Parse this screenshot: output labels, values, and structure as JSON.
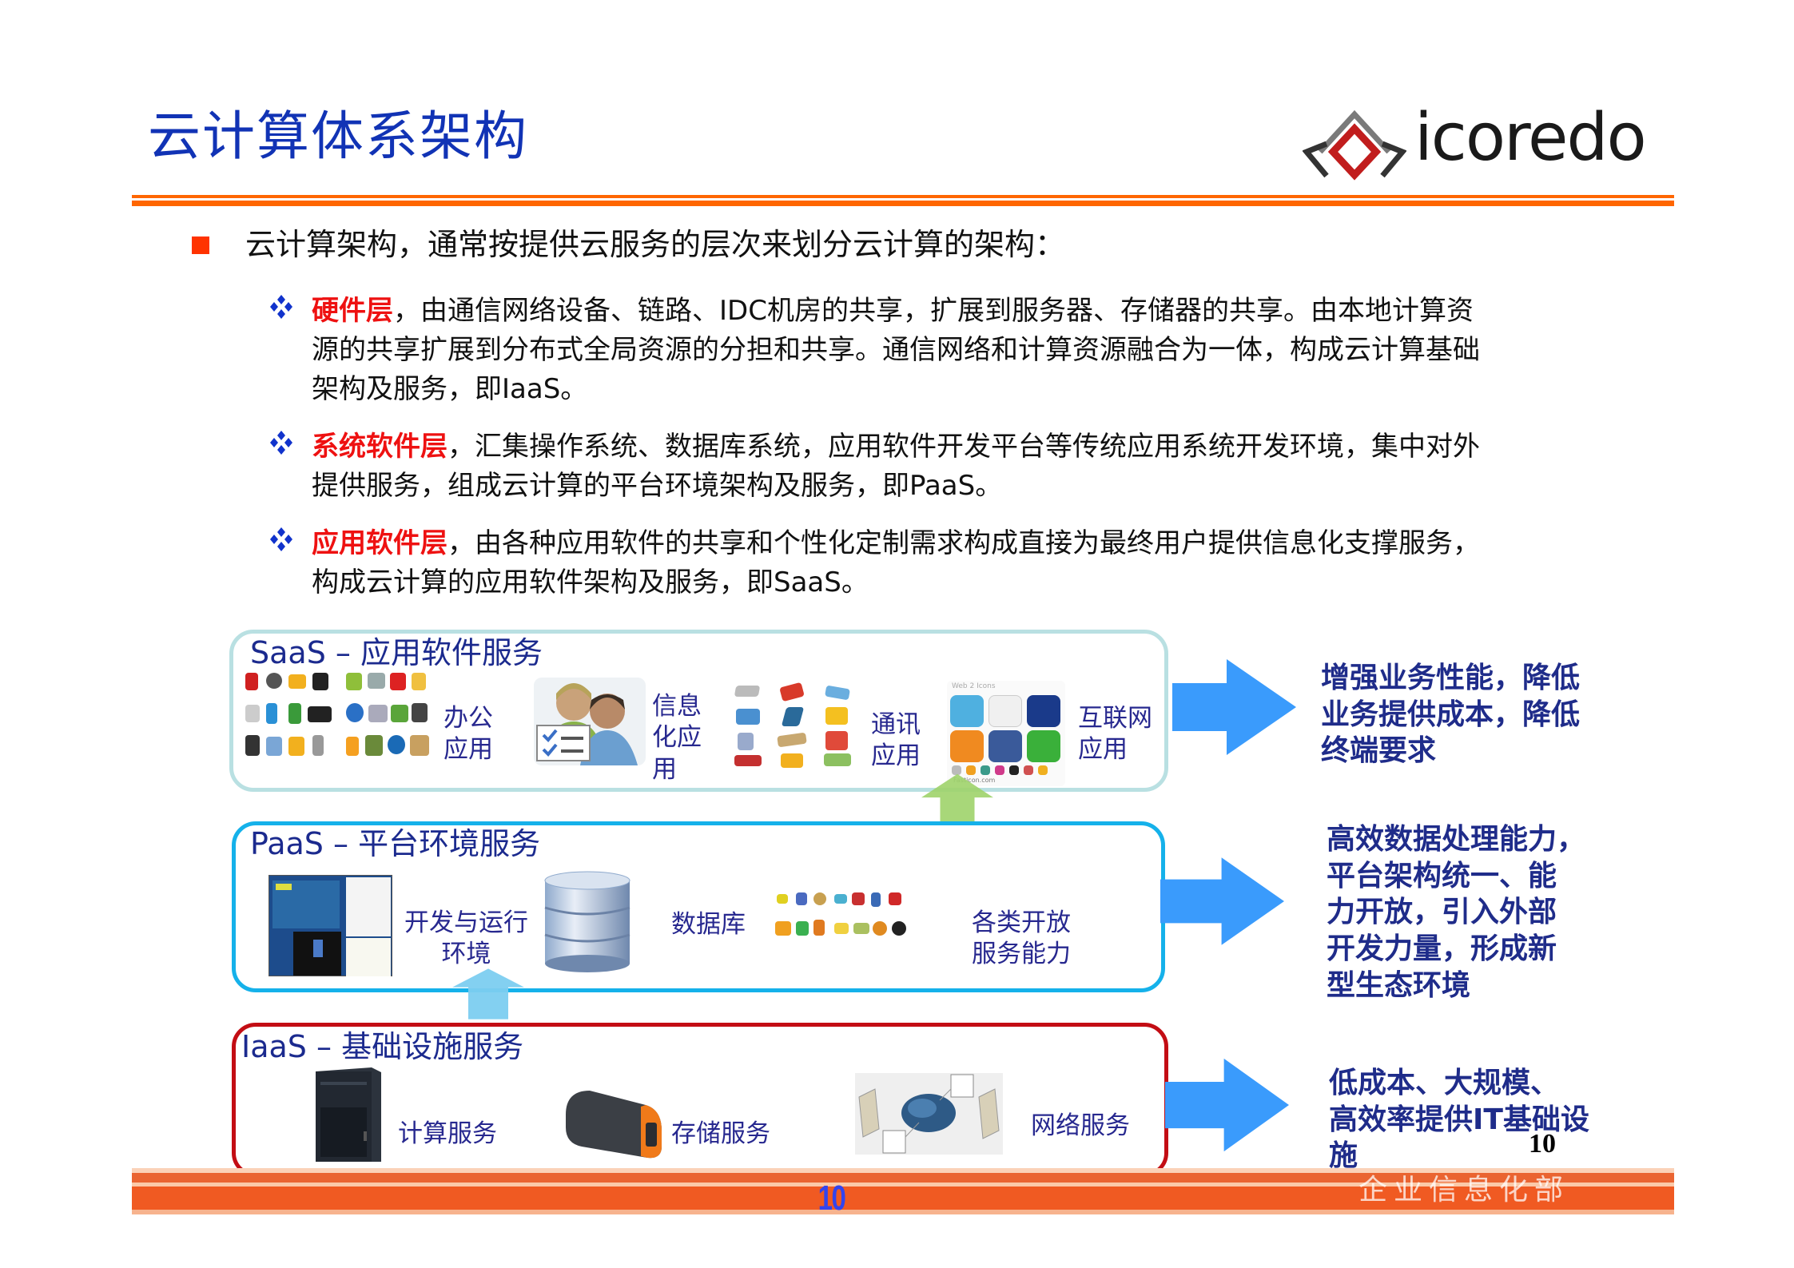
{
  "slide": {
    "title": "云计算体系架构",
    "logo": {
      "text": "icoredo",
      "icon": "diamond-logo-icon"
    },
    "main_bullet": "云计算架构，通常按提供云服务的层次来划分云计算的架构：",
    "sub_bullets": [
      {
        "label": "硬件层",
        "line1": "，由通信网络设备、链路、IDC机房的共享，扩展到服务器、存储器的共享。由本地计算资",
        "line2": "源的共享扩展到分布式全局资源的分担和共享。通信网络和计算资源融合为一体，构成云计算基础",
        "line3": "架构及服务，即IaaS。"
      },
      {
        "label": "系统软件层",
        "line1": "，汇集操作系统、数据库系统，应用软件开发平台等传统应用系统开发环境，集中对外",
        "line2": "提供服务，组成云计算的平台环境架构及服务，即PaaS。"
      },
      {
        "label": "应用软件层",
        "line1": "，由各种应用软件的共享和个性化定制需求构成直接为最终用户提供信息化支撑服务，",
        "line2": "构成云计算的应用软件架构及服务，即SaaS。"
      }
    ],
    "layers": {
      "saas": {
        "title_en": "SaaS",
        "title_sep": " – ",
        "title_zh": "应用软件服务",
        "border_color": "#b9e0e2",
        "items": [
          {
            "caption_l1": "办公",
            "caption_l2": "应用",
            "icon": "office-apps-icon"
          },
          {
            "caption_l1": "信息",
            "caption_l2": "化应",
            "caption_l3": "用",
            "icon": "users-info-icon"
          },
          {
            "caption_l1": "通讯",
            "caption_l2": "应用",
            "icon": "communication-apps-icon"
          },
          {
            "caption_l1": "互联网",
            "caption_l2": "应用",
            "icon": "web-apps-icon",
            "image_header": "Web 2 Icons",
            "image_footer": "Fasticon.com"
          }
        ],
        "outcome": [
          "增强业务性能，降低",
          "业务提供成本，降低",
          "终端要求"
        ]
      },
      "paas": {
        "title_en": "PaaS",
        "title_sep": " – ",
        "title_zh": "平台环境服务",
        "border_color": "#15b1ea",
        "items": [
          {
            "caption_l1": "开发与运行",
            "caption_l2": "环境",
            "icon": "dev-environment-icon"
          },
          {
            "caption_l1": "数据库",
            "icon": "database-icon"
          },
          {
            "caption_l1": "各类开放",
            "caption_l2": "服务能力",
            "icon": "open-services-icon"
          }
        ],
        "outcome": [
          "高效数据处理能力，",
          "平台架构统一、能",
          "力开放，引入外部",
          "开发力量，形成新",
          "型生态环境"
        ]
      },
      "iaas": {
        "title_en": "IaaS",
        "title_sep": " – ",
        "title_zh": "基础设施服务",
        "border_color": "#c30d14",
        "items": [
          {
            "caption_l1": "计算服务",
            "icon": "server-tower-icon"
          },
          {
            "caption_l1": "存储服务",
            "icon": "storage-drive-icon"
          },
          {
            "caption_l1": "网络服务",
            "icon": "network-cloud-icon"
          }
        ],
        "outcome": [
          "低成本、大规模、",
          "高效率提供IT基础设",
          "施"
        ]
      }
    },
    "colors": {
      "title": "#1133b5",
      "accent_orange": "#ff6600",
      "label_red": "#ee1111",
      "arrow_blue": "#3a9bfc",
      "arrow_green": "#9ed36a",
      "arrow_lightblue": "#7ccdf0",
      "caption_navy": "#27288f"
    },
    "footer": {
      "slide_number_overlay": "10",
      "page_number": "10",
      "org_text": "企业信息化部"
    }
  }
}
